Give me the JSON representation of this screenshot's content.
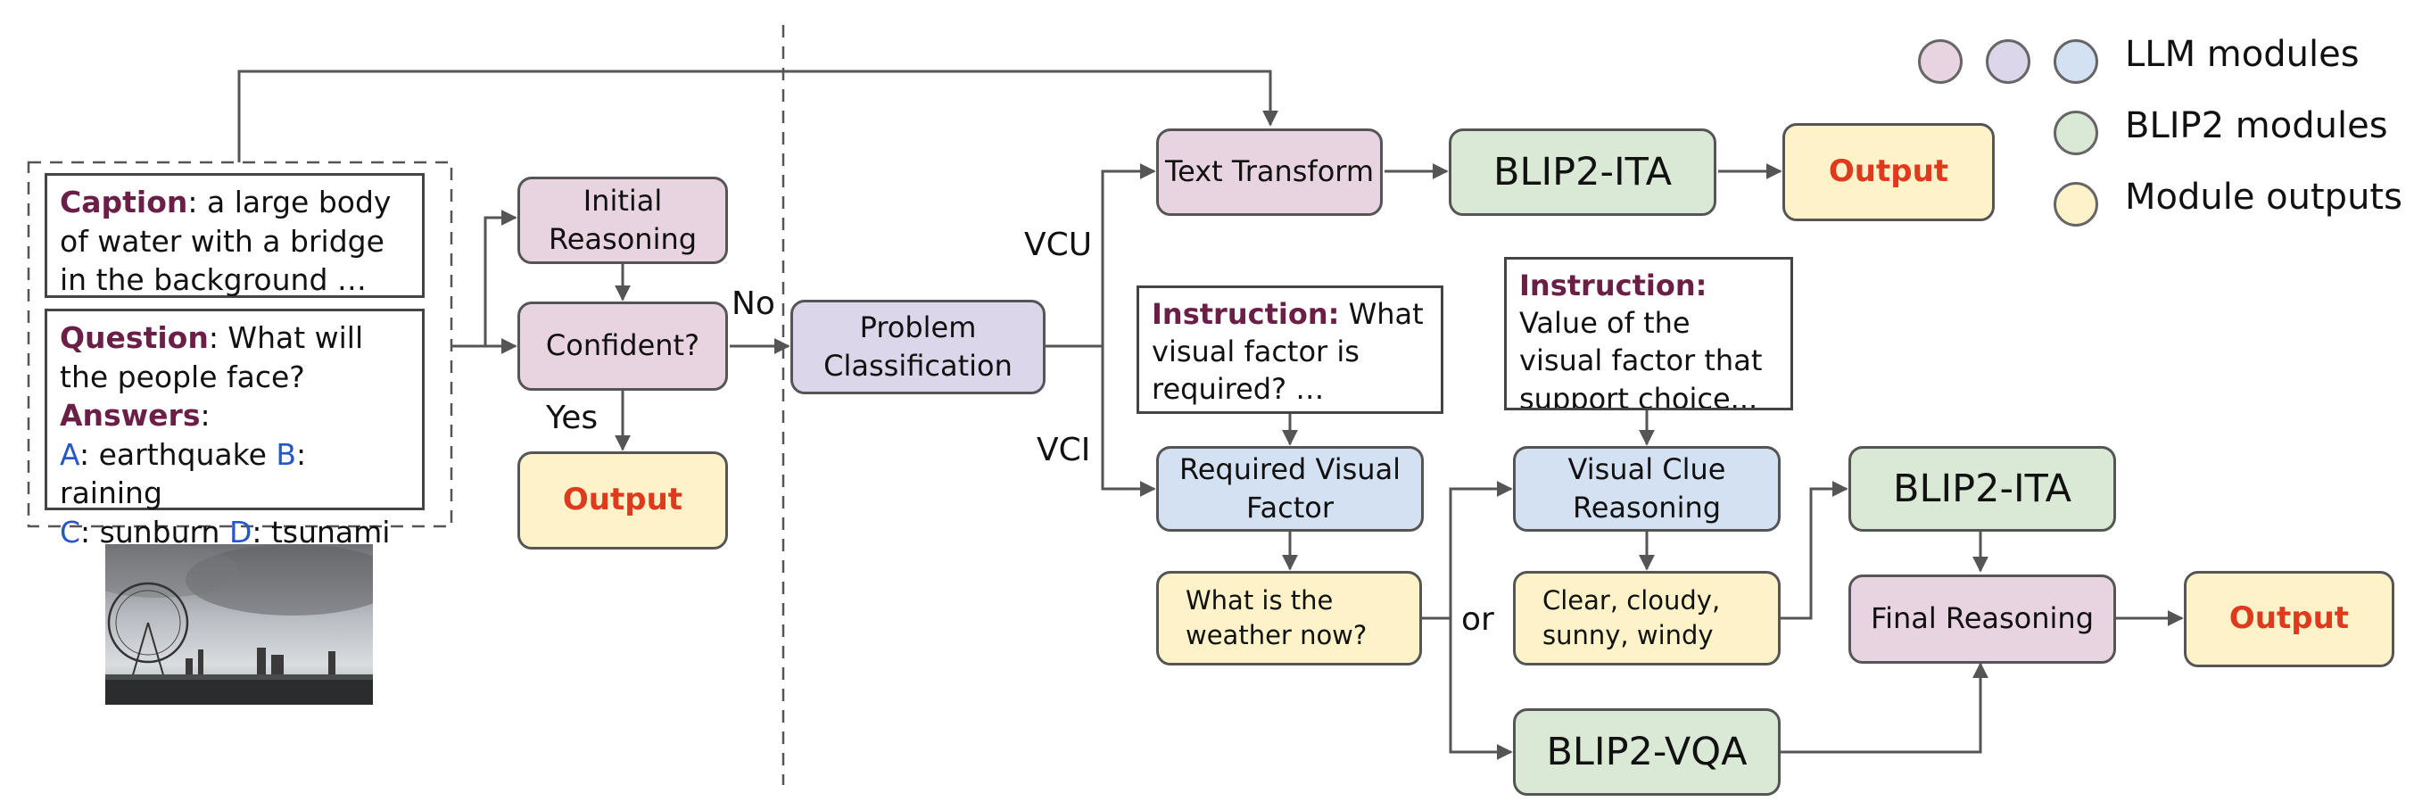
{
  "input": {
    "caption_key": "Caption",
    "caption_text": ": a large body of water with a bridge in the background …",
    "question_key": "Question",
    "question_text": ": What will the people face?",
    "answers_key": "Answers",
    "answers_colon": ":",
    "options": [
      {
        "letter": "A",
        "text": ": earthquake "
      },
      {
        "letter": "B",
        "text": ": raining"
      },
      {
        "letter": "C",
        "text": ": sunburn "
      },
      {
        "letter": "D",
        "text": ": tsunami"
      }
    ]
  },
  "nodes": {
    "initial_reasoning": "Initial Reasoning",
    "confident": "Confident?",
    "output_left": "Output",
    "problem_classification": "Problem Classification",
    "text_transform": "Text Transform",
    "blip2_ita_top": "BLIP2-ITA",
    "output_top": "Output",
    "required_visual_factor": "Required Visual Factor",
    "weather_question": "What is the weather now?",
    "visual_clue_reasoning": "Visual Clue Reasoning",
    "weather_values": "Clear, cloudy, sunny, windy",
    "blip2_ita_bottom": "BLIP2-ITA",
    "final_reasoning": "Final Reasoning",
    "output_right": "Output",
    "blip2_vqa": "BLIP2-VQA"
  },
  "instructions": {
    "first_key": "Instruction:",
    "first_text": " What visual factor is required? …",
    "second_key": "Instruction:",
    "second_text": "Value of the visual factor that support choice..."
  },
  "edge_labels": {
    "no": "No",
    "yes": "Yes",
    "vcu": "VCU",
    "vci": "VCI",
    "or": "or"
  },
  "legend": [
    {
      "text": "LLM modules",
      "colors": [
        "#e8d4e0",
        "#dcd6ea",
        "#d4e1f2"
      ]
    },
    {
      "text": "BLIP2 modules",
      "colors": [
        "#d9e9d5"
      ]
    },
    {
      "text": "Module outputs",
      "colors": [
        "#fdf2c8"
      ]
    }
  ],
  "colors": {
    "llm_pink": "#e8d4e0",
    "llm_purple": "#dcd6ea",
    "llm_blue": "#d4e1f2",
    "blip2_green": "#d9e9d5",
    "output_yellow": "#fdf2c8",
    "output_text": "#e03a1e",
    "keyword": "#6b1f46",
    "option_letter": "#2457c8"
  }
}
